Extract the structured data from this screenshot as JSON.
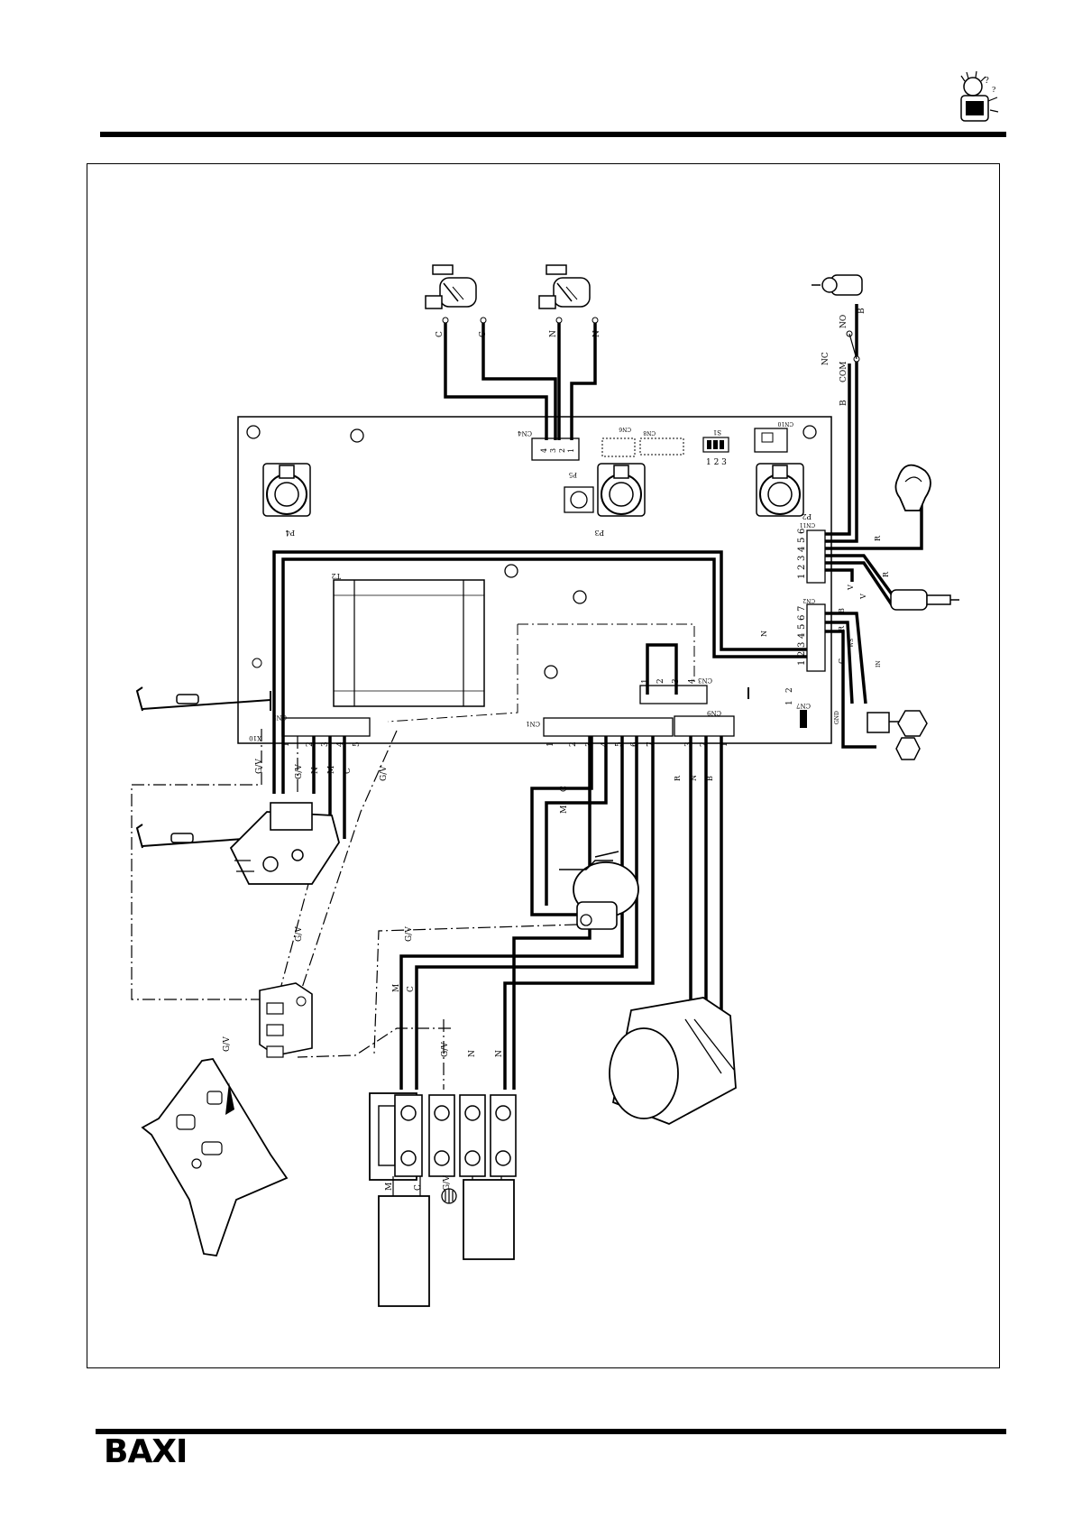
{
  "brand": {
    "logo_text": "BAXI"
  },
  "board": {
    "connectors": [
      "CN1",
      "CN2",
      "CN3",
      "CN4",
      "CN5",
      "CN6",
      "CN7",
      "CN8",
      "CN9",
      "CN10",
      "CN11"
    ],
    "pots": [
      "P2",
      "P3",
      "P4",
      "P5"
    ],
    "switch_label": "S1",
    "switch_pins": "1 2 3",
    "transformer": "T2",
    "x10": "X10",
    "gnd": "GND"
  },
  "wires": {
    "c": "C",
    "n": "N",
    "b": "B",
    "r": "R",
    "v": "V",
    "m": "M",
    "gv": "G/V",
    "no": "NO",
    "nc": "NC",
    "com": "COM",
    "ws": "WS",
    "in": "IN"
  },
  "pins": {
    "p7": [
      "1",
      "2",
      "3",
      "4",
      "5",
      "6",
      "7"
    ],
    "p6": [
      "1",
      "2",
      "3",
      "4",
      "5",
      "6"
    ],
    "p5": [
      "1",
      "2",
      "3",
      "4",
      "5"
    ],
    "p4": [
      "4",
      "3",
      "2",
      "1"
    ],
    "p3": [
      "1",
      "2",
      "3"
    ],
    "p2": [
      "1",
      "2"
    ]
  }
}
